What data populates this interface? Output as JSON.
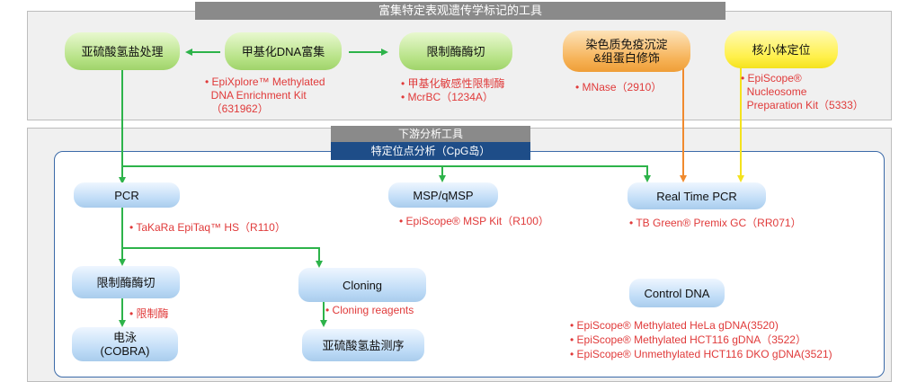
{
  "headers": {
    "top": "富集特定表观遗传学标记的工具",
    "downstream": "下游分析工具",
    "specific_site": "特定位点分析（CpG岛）"
  },
  "nodes": {
    "bisulfite_top": "亚硫酸氢盐处理",
    "methyl_dna": "甲基化DNA富集",
    "restriction_top": "限制酶酶切",
    "chromatin": "染色质免疫沉淀\n&组蛋白修饰",
    "nucleosome": "核小体定位",
    "pcr": "PCR",
    "msp": "MSP/qMSP",
    "rtpcr": "Real Time PCR",
    "restriction_bottom": "限制酶酶切",
    "cloning": "Cloning",
    "cobra": "电泳\n(COBRA)",
    "bisulfite_seq": "亚硫酸氢盐测序",
    "control_dna": "Control DNA"
  },
  "notes": {
    "epixplore": "• EpiXplore™ Methylated\n  DNA Enrichment Kit\n  （631962）",
    "restriction_enzymes": "• 甲基化敏感性限制酶\n• McrBC（1234A）",
    "mnase": "• MNase（2910）",
    "nucleosome_kit": "• EpiScope®\n  Nucleosome\n  Preparation Kit（5333）",
    "taq": "• TaKaRa EpiTaq™ HS（R110）",
    "msp_kit": "• EpiScope® MSP Kit（R100）",
    "tbgreen": "• TB Green® Premix GC（RR071）",
    "restriction_enzyme": "• 限制酶",
    "cloning_reagents": "• Cloning reagents",
    "control_dna_list": "• EpiScope® Methylated HeLa gDNA(3520)\n• EpiScope® Methylated HCT116 gDNA（3522）\n• EpiScope® Unmethylated HCT116 DKO gDNA(3521)"
  },
  "colors": {
    "arrow_green": "#2db34a",
    "arrow_orange": "#f08a2e",
    "arrow_yellow": "#f4e21d",
    "note_red": "#e03a3a",
    "frame_blue": "#1e4d88"
  }
}
